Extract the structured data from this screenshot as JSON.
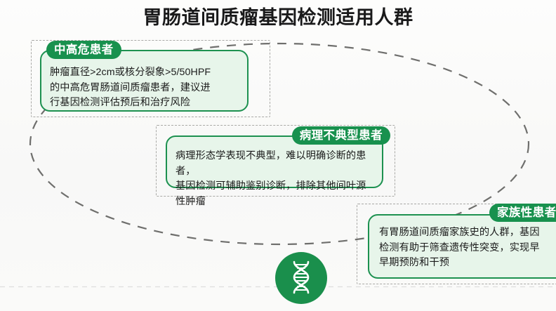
{
  "page": {
    "title": "胃肠道间质瘤基因检测适用人群",
    "background_color": "#fbfbfa"
  },
  "theme": {
    "brand_green": "#18914e",
    "card_fill": "#e7f5ea",
    "card_border": "#1d9150",
    "dashed_gray": "#a9a9a6",
    "title_color": "#19191a",
    "pill_text_color": "#ffffff"
  },
  "cards": [
    {
      "id": "high-risk",
      "label": "中高危患者",
      "body": "肿瘤直径>2cm或核分裂象>5/50HPF\n的中高危胃肠道间质瘤患者，建议进\n行基因检测评估预后和治疗风险"
    },
    {
      "id": "atypical-pathology",
      "label": "病理不典型患者",
      "body": "病理形态学表现不典型，难以明确诊断的患者，\n基因检测可辅助鉴别诊断，排除其他间叶源性肿瘤"
    },
    {
      "id": "familial",
      "label": "家族性患者",
      "body": "有胃肠道间质瘤家族史的人群，基因\n检测有助于筛查遗传性突变，实现早\n早期预防和干预"
    }
  ],
  "badge": {
    "icon": "dna-helix-icon",
    "color": "#1a8f4c"
  }
}
